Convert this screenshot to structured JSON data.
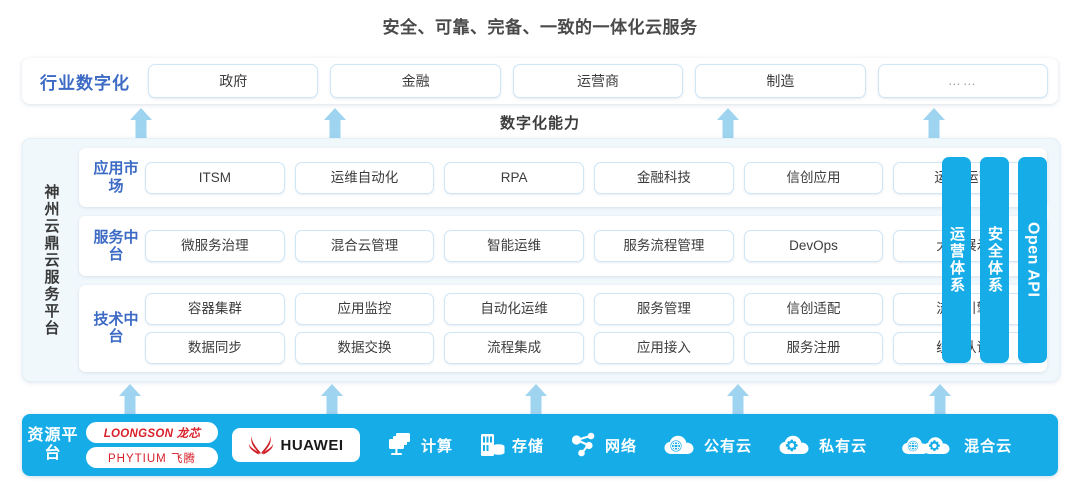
{
  "title": "安全、可靠、完备、一致的一体化云服务",
  "industry": {
    "label": "行业数字化",
    "boxes": [
      {
        "label": "政府"
      },
      {
        "label": "金融"
      },
      {
        "label": "运营商"
      },
      {
        "label": "制造"
      },
      {
        "label": "……"
      }
    ]
  },
  "capability_band": {
    "label": "数字化能力",
    "arrow_count": 4
  },
  "platform": {
    "label": "神州云鼎云服务平台",
    "tiers": [
      {
        "id": "app-market",
        "label": "应用市场",
        "rows": [
          [
            "ITSM",
            "运维自动化",
            "RPA",
            "金融科技",
            "信创应用",
            "运维/运营"
          ]
        ]
      },
      {
        "id": "service-middle",
        "label": "服务中台",
        "rows": [
          [
            "微服务治理",
            "混合云管理",
            "智能运维",
            "服务流程管理",
            "DevOps",
            "大屏展示"
          ]
        ]
      },
      {
        "id": "tech-middle",
        "label": "技术中台",
        "rows": [
          [
            "容器集群",
            "应用监控",
            "自动化运维",
            "服务管理",
            "信创适配",
            "流程引擎"
          ],
          [
            "数据同步",
            "数据交换",
            "流程集成",
            "应用接入",
            "服务注册",
            "统一认证"
          ]
        ]
      }
    ],
    "vertical_bars": [
      {
        "label": "运营体系",
        "lang": "cn"
      },
      {
        "label": "安全体系",
        "lang": "cn"
      },
      {
        "label": "Open API",
        "lang": "en"
      }
    ]
  },
  "lower_band": {
    "arrow_count": 5
  },
  "resource": {
    "label": "资源平台",
    "chips": [
      {
        "label": "LOONGSON 龙芯",
        "style": "italic"
      },
      {
        "label": "PHYTIUM 飞腾",
        "style": "plain"
      }
    ],
    "huawei": {
      "label": "HUAWEI",
      "icon": "huawei-flower-logo"
    },
    "items": [
      {
        "label": "计算",
        "icon": "compute-icon"
      },
      {
        "label": "存储",
        "icon": "storage-icon"
      },
      {
        "label": "网络",
        "icon": "network-icon"
      },
      {
        "label": "公有云",
        "icon": "public-cloud-icon"
      },
      {
        "label": "私有云",
        "icon": "private-cloud-icon"
      },
      {
        "label": "混合云",
        "icon": "hybrid-cloud-icon"
      }
    ]
  },
  "colors": {
    "accent_blue": "#16ace8",
    "arrow_blue": "#9ed4f0",
    "label_blue": "#3c6ac4",
    "panel_bg": "#f0f8fc",
    "chip_red": "#d8202a",
    "title_gray": "#4a4a4a"
  }
}
